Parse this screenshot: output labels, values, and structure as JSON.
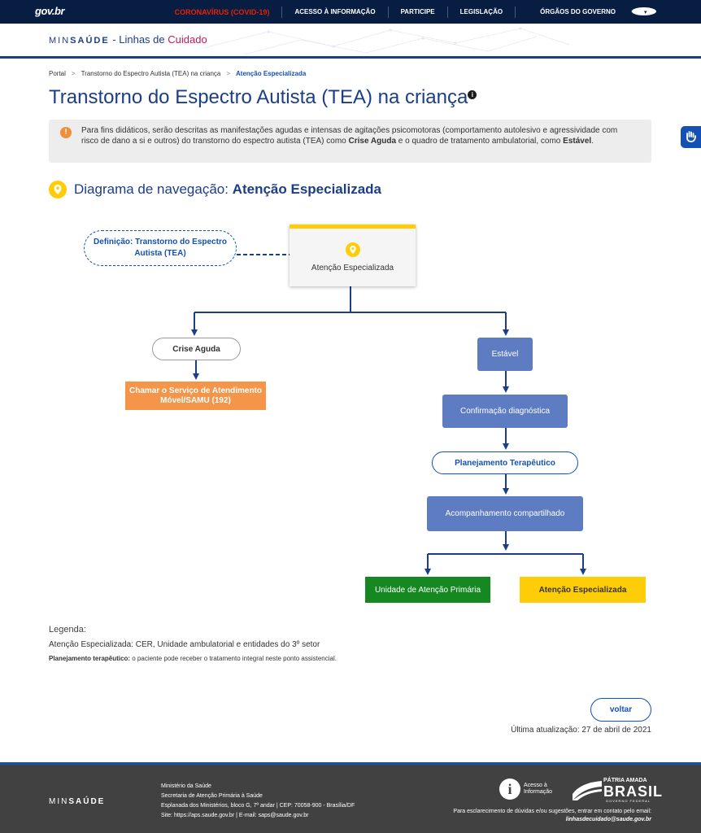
{
  "topbar": {
    "logo": "gov.br",
    "nav": [
      "CORONAVÍRUS (COVID-19)",
      "ACESSO À INFORMAÇÃO",
      "PARTICIPE",
      "LEGISLAÇÃO",
      "ÓRGÃOS DO GOVERNO"
    ],
    "chevron": "▾"
  },
  "header": {
    "min": "MIN",
    "saude": "SAÚDE",
    "separator": " - ",
    "linhas": "Linhas de ",
    "cuidado": "Cuidado"
  },
  "breadcrumb": {
    "items": [
      "Portal",
      "Transtorno do Espectro Autista (TEA) na criança",
      "Atenção Especializada"
    ],
    "separator": ">"
  },
  "page": {
    "title": "Transtorno do Espectro Autista (TEA) na criança",
    "title_icon": "i",
    "notice_icon": "!",
    "notice_part1": "Para fins didáticos, serão descritas as manifestações agudas e intensas de agitações psicomotoras (comportamento autolesivo e agressividade com risco de dano a si e outros) do transtorno do espectro autista (TEA) como ",
    "notice_bold1": "Crise Aguda",
    "notice_part2": " e o quadro de tratamento ambulatorial, como ",
    "notice_bold2": "Estável",
    "notice_part3": ".",
    "section_prefix": "Diagrama de navegação: ",
    "section_bold": "Atenção Especializada"
  },
  "diagram": {
    "definicao": "Definição: Transtorno do Espectro Autista (TEA)",
    "atencao": "Atenção Especializada",
    "crise": "Crise Aguda",
    "samu": "Chamar o Serviço de Atendimento Móvel/SAMU (192)",
    "estavel": "Estável",
    "confirmacao": "Confirmação diagnóstica",
    "planejamento": "Planejamento Terapêutico",
    "acompanhamento": "Acompanhamento compartilhado",
    "uap": "Unidade de Atenção Primária",
    "ae": "Atenção Especializada"
  },
  "legend": {
    "title": "Legenda:",
    "line1": "Atenção Especializada: CER, Unidade ambulatorial e entidades do 3º setor",
    "line2_bold": "Planejamento terapêutico:",
    "line2": " o paciente pode receber o tratamento integral neste ponto assistencial."
  },
  "actions": {
    "voltar": "voltar",
    "updated": "Última atualização: 27 de abril de 2021"
  },
  "footer": {
    "min": "MIN",
    "saude": "SAÚDE",
    "info": [
      "Ministério da Saúde",
      "Secretaria de Atenção Primária à Saúde",
      "Esplanada dos Ministérios, bloco G, 7º andar | CEP: 70058-900 - Brasília/DF",
      "Site: https://aps.saude.gov.br | E-mail: saps@saude.gov.br"
    ],
    "acesso_icon": "i",
    "acesso": "Acesso à Informação",
    "patria": "PÁTRIA AMADA",
    "brasil": "BRASIL",
    "governo": "GOVERNO FEDERAL",
    "contact": "Para esclarecimento de dúvidas e/ou sugestões, entrar em contato pelo email:",
    "email": "linhasdecuidado@saude.gov.br"
  },
  "colors": {
    "navy": "#071d41",
    "primary": "#1c3e87",
    "link": "#1351b4",
    "yellow": "#ffcd07",
    "orange": "#f5954a",
    "green": "#168821",
    "box": "#5d7cc1"
  }
}
